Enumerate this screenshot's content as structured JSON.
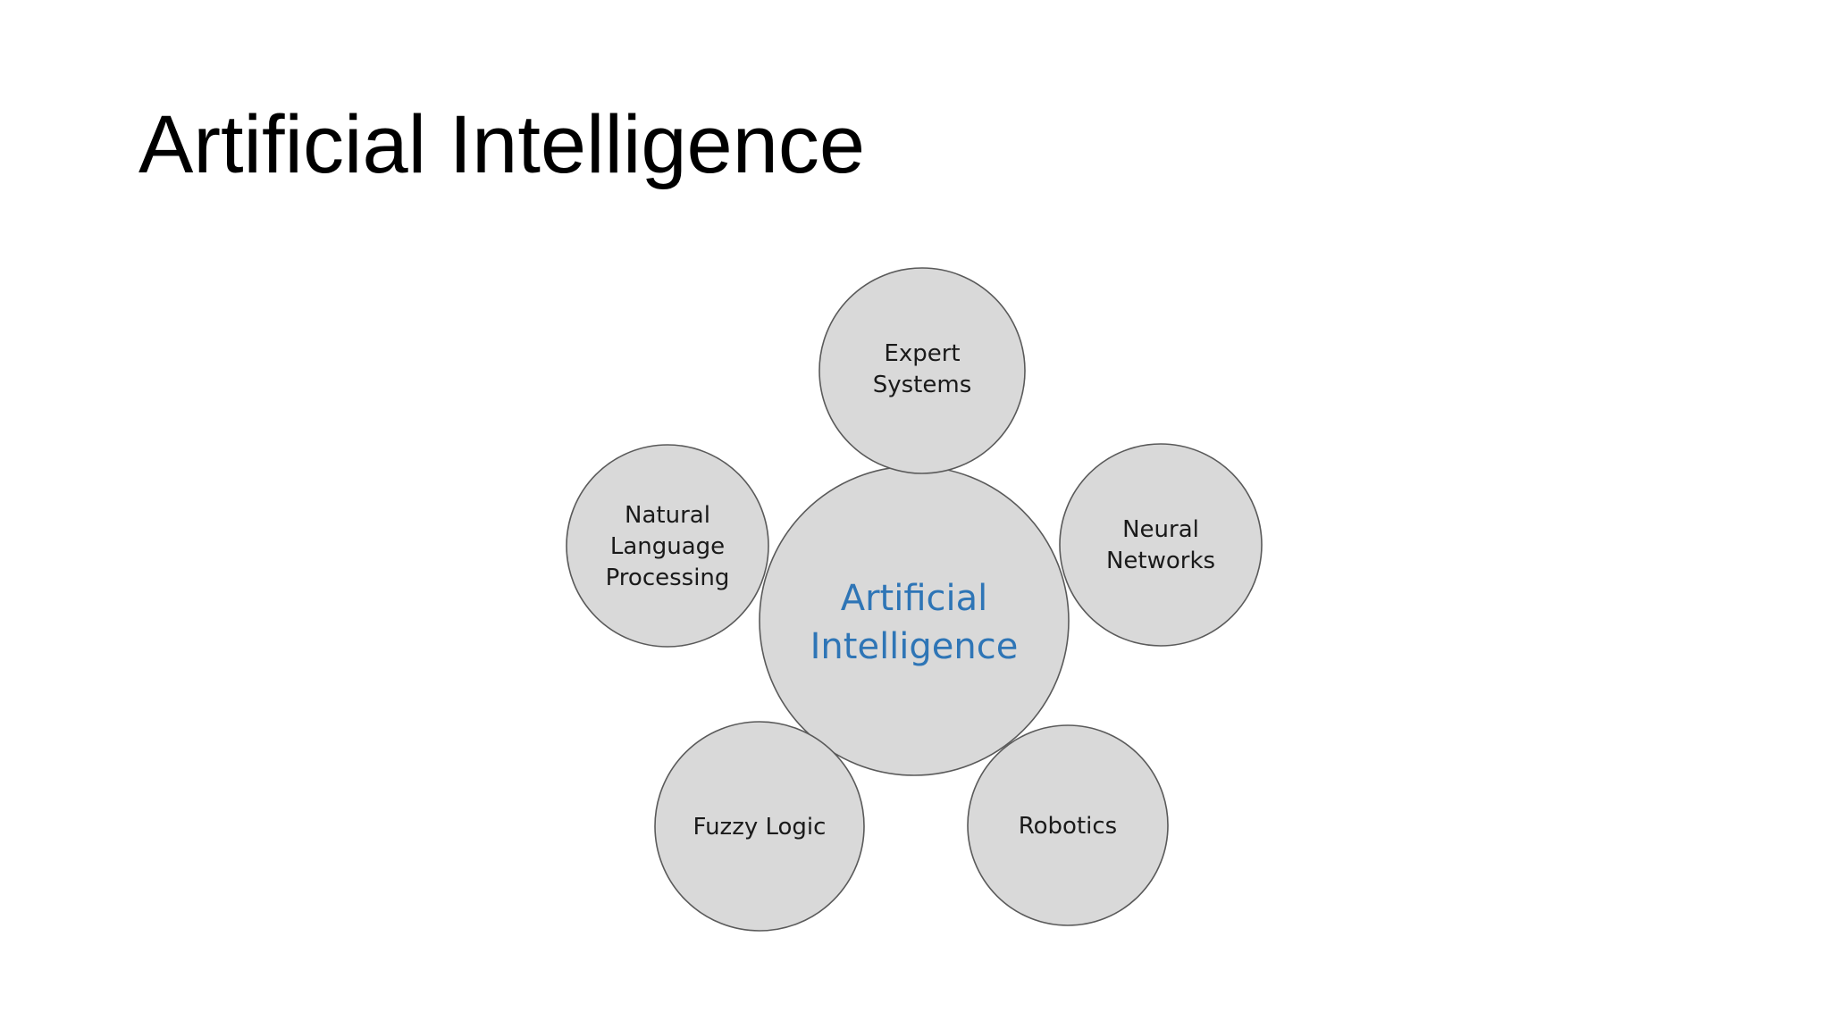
{
  "slide": {
    "title": "Artificial Intelligence"
  },
  "diagram": {
    "center": {
      "lines": [
        "Artificial",
        "Intelligence"
      ],
      "color": "#2e75b6"
    },
    "fill_color": "#d9d9d9",
    "stroke_color": "#5a5a5a",
    "nodes": [
      {
        "id": "expert-systems",
        "lines": [
          "Expert",
          "Systems"
        ]
      },
      {
        "id": "neural-networks",
        "lines": [
          "Neural",
          "Networks"
        ]
      },
      {
        "id": "robotics",
        "lines": [
          "Robotics"
        ]
      },
      {
        "id": "fuzzy-logic",
        "lines": [
          "Fuzzy Logic"
        ]
      },
      {
        "id": "natural-language-processing",
        "lines": [
          "Natural",
          "Language",
          "Processing"
        ]
      }
    ]
  }
}
